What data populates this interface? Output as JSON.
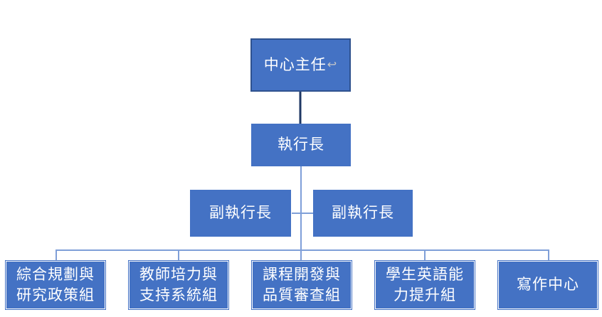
{
  "nodes": {
    "director": "中心主任",
    "ceo": "執行長",
    "deputy_left": "副執行長",
    "deputy_right": "副執行長",
    "groups": [
      {
        "line1": "綜合規劃與",
        "line2": "研究政策組"
      },
      {
        "line1": "教師培力與",
        "line2": "支持系統組"
      },
      {
        "line1": "課程開發與",
        "line2": "品質審查組"
      },
      {
        "line1": "學生英語能",
        "line2": "力提升組"
      },
      {
        "line1": "寫作中心",
        "line2": ""
      }
    ]
  },
  "marks": {
    "return_arrow": "↩"
  },
  "colors": {
    "box_fill": "#4472C4",
    "box_border": "#2F528F",
    "connector_dark": "#1F3864",
    "connector_light": "#8FAADC",
    "text": "#FFFFFF"
  }
}
